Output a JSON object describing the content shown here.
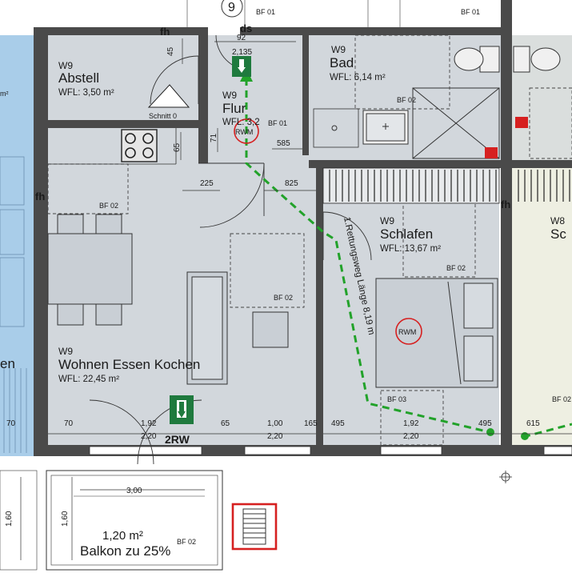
{
  "top_marker": "9",
  "rooms": {
    "abstell": {
      "unit": "W9",
      "name": "Abstell",
      "area": "WFL: 3,50 m²"
    },
    "flur": {
      "unit": "W9",
      "name": "Flur",
      "area": "WFL: 3,2"
    },
    "bad": {
      "unit": "W9",
      "name": "Bad",
      "area": "WFL: 6,14 m²"
    },
    "schlafen": {
      "unit": "W9",
      "name": "Schlafen",
      "area": "WFL: 13,67 m²"
    },
    "wohnen": {
      "unit": "W9",
      "name": "Wohnen Essen Kochen",
      "area": "WFL: 22,45 m²"
    },
    "neighbor": {
      "unit": "W8",
      "name": "Sc"
    },
    "left_partial_area": "m²",
    "left_partial_name": "en"
  },
  "balcony": {
    "area": "1,20 m²",
    "label": "Balkon zu 25%"
  },
  "labels": {
    "fh": "fh",
    "ds": "ds",
    "rwm": "RWM",
    "rw2": "2RW",
    "schnitt": "Schnitt 0",
    "escape_route": "1.Rettungsweg Länge  8,19 m"
  },
  "codes": {
    "bf01": "BF 01",
    "bf02": "BF 02",
    "bf03": "BF 03"
  },
  "dimensions": {
    "d45": "45",
    "d92": "92",
    "d213": "2,135",
    "d71": "71",
    "d58": "585",
    "d65a": "65",
    "d22": "225",
    "d82": "825",
    "d70a": "70",
    "d70b": "70",
    "d192a": "1,92",
    "d220a": "2,20",
    "d65b": "65",
    "d100": "1,00",
    "d220b": "2,20",
    "d16": "165",
    "d49a": "495",
    "d192b": "1,92",
    "d220c": "2,20",
    "d49b": "495",
    "d61": "615",
    "d300": "3,00",
    "d160a": "1,60",
    "d160b": "1,60"
  },
  "colors": {
    "wall": "#4a4a4a",
    "room": "#d2d7dc",
    "neighbor_blue": "#a9cde9",
    "escape_green": "#22a22a",
    "sign_green": "#1f7a3e",
    "rwm_red": "#d62020",
    "neighbor_cream": "#eeefe2"
  },
  "icons": [
    "stove-icon",
    "toilet-icon",
    "shower-icon",
    "sink-icon",
    "exit-sign-icon",
    "smoke-detector-icon",
    "stair-icon",
    "crosshair-icon"
  ]
}
